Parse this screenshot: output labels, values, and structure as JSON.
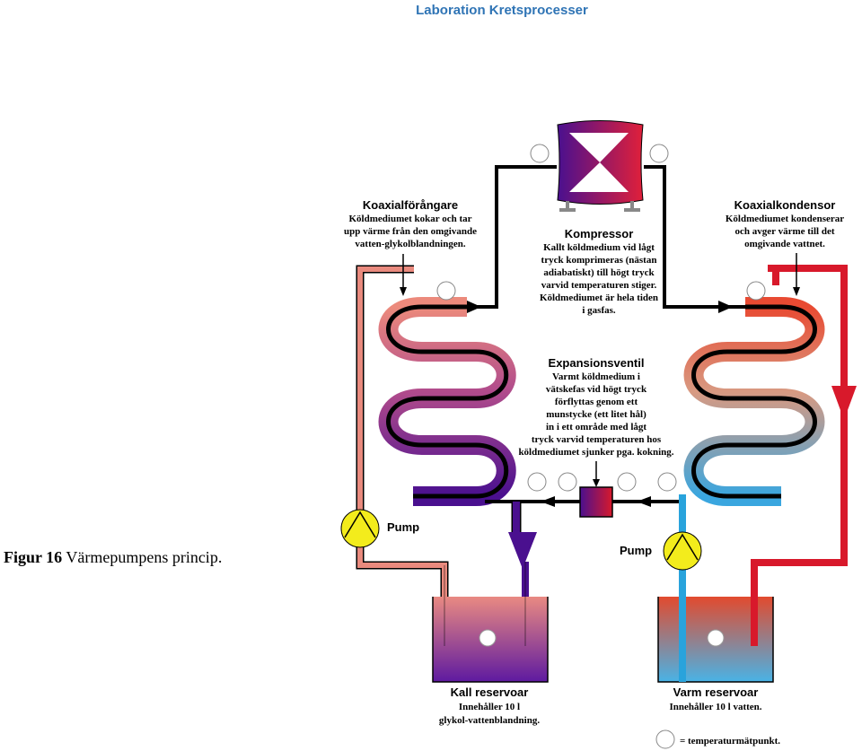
{
  "header": {
    "title": "Laboration Kretsprocesser"
  },
  "caption": {
    "label": "Figur 16",
    "text": "Värmepumpens princip."
  },
  "diagram": {
    "kompressor": {
      "title": "Kompressor",
      "lines": [
        "Kallt köldmedium vid lågt",
        "tryck komprimeras (nästan",
        "adiabatiskt) till högt tryck",
        "varvid temperaturen stiger.",
        "Köldmediumet är hela tiden",
        "i gasfas."
      ]
    },
    "forangare": {
      "title": "Koaxialförångare",
      "lines": [
        "Köldmediumet kokar och tar",
        "upp värme från den omgivande",
        "vatten-glykolblandningen."
      ]
    },
    "kondensor": {
      "title": "Koaxialkondensor",
      "lines": [
        "Köldmediumet kondenserar",
        "och avger värme till det",
        "omgivande vattnet."
      ]
    },
    "expansionsventil": {
      "title": "Expansionsventil",
      "lines": [
        "Varmt köldmedium i",
        "vätskefas vid högt tryck",
        "förflyttas genom ett",
        "munstycke (ett litet hål)",
        "in i ett område med lågt",
        "tryck varvid temperaturen hos",
        "köldmediumet sjunker pga. kokning."
      ]
    },
    "pump_left": "Pump",
    "pump_right": "Pump",
    "kall_reservoar": {
      "title": "Kall reservoar",
      "lines": [
        "Innehåller 10 l",
        "glykol-vattenblandning."
      ]
    },
    "varm_reservoar": {
      "title": "Varm reservoar",
      "lines": [
        "Innehåller 10 l vatten."
      ]
    },
    "legend": "= temperaturmätpunkt."
  },
  "colors": {
    "header": "#2f74b5",
    "hot_pipe": "#d8192b",
    "cold_pipe": "#29a3dc",
    "warm_return": "#e98a7e",
    "cold_refrigerant": "#4a108f",
    "pump": "#f3ec1c"
  }
}
